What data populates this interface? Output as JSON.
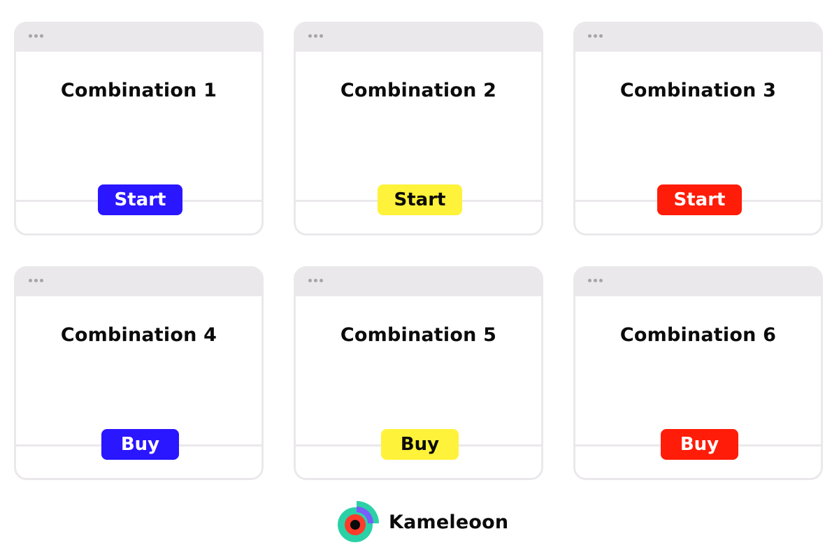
{
  "cards": [
    {
      "title": "Combination 1",
      "button_label": "Start",
      "button_color": "#2a16ff"
    },
    {
      "title": "Combination 2",
      "button_label": "Start",
      "button_color": "#fff23a"
    },
    {
      "title": "Combination 3",
      "button_label": "Start",
      "button_color": "#ff1c08"
    },
    {
      "title": "Combination 4",
      "button_label": "Buy",
      "button_color": "#2a16ff"
    },
    {
      "title": "Combination 5",
      "button_label": "Buy",
      "button_color": "#fff23a"
    },
    {
      "title": "Combination 6",
      "button_label": "Buy",
      "button_color": "#ff1c08"
    }
  ],
  "brand": {
    "name": "Kameleoon",
    "logo_icon": "kameleoon-logo-icon",
    "logo_colors": [
      "#2bd1a6",
      "#7a5cff",
      "#ff3b2a",
      "#0b0b0b"
    ]
  }
}
